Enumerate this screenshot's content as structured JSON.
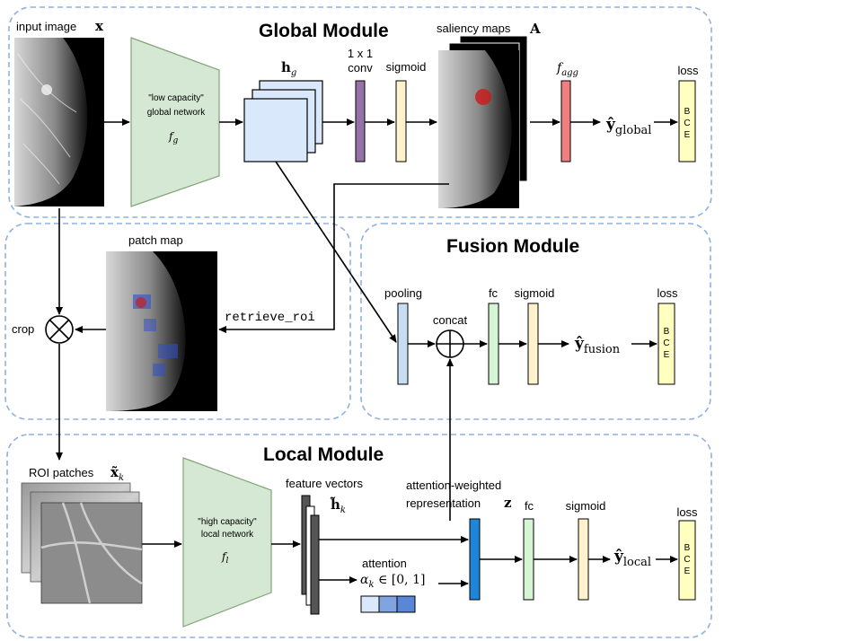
{
  "modules": {
    "global": "Global Module",
    "fusion": "Fusion Module",
    "local": "Local Module"
  },
  "global": {
    "input_label": "input image",
    "input_symbol": "x",
    "network_line1": "\"low capacity\"",
    "network_line2": "global network",
    "network_fn": "f",
    "network_fn_sub": "g",
    "feature_symbol": "h",
    "feature_sub": "g",
    "conv_line1": "1 x 1",
    "conv_line2": "conv",
    "sigmoid": "sigmoid",
    "saliency_label": "saliency maps",
    "saliency_symbol": "A",
    "agg_fn": "f",
    "agg_sub": "agg",
    "output_symbol": "ŷ",
    "output_sub": "global",
    "loss": "loss",
    "bce": [
      "B",
      "C",
      "E"
    ]
  },
  "middle": {
    "patch_map_label": "patch map",
    "retrieve_label": "retrieve_roi",
    "crop_label": "crop"
  },
  "fusion": {
    "pooling": "pooling",
    "concat": "concat",
    "fc": "fc",
    "sigmoid": "sigmoid",
    "output_symbol": "ŷ",
    "output_sub": "fusion",
    "loss": "loss",
    "bce": [
      "B",
      "C",
      "E"
    ]
  },
  "local": {
    "roi_label": "ROI patches",
    "roi_symbol": "x̃",
    "roi_sub": "k",
    "network_line1": "\"high capacity\"",
    "network_line2": "local network",
    "network_fn": "f",
    "network_fn_sub": "l",
    "feature_label": "feature vectors",
    "feature_symbol": "h̃",
    "feature_sub": "k",
    "attention_label": "attention",
    "attention_formula": "α",
    "attention_sub": "k",
    "attention_range": " ∈ [0, 1]",
    "weighted_line1": "attention-weighted",
    "weighted_line2": "representation",
    "z_symbol": "z",
    "fc": "fc",
    "sigmoid": "sigmoid",
    "output_symbol": "ŷ",
    "output_sub": "local",
    "loss": "loss",
    "bce": [
      "B",
      "C",
      "E"
    ]
  },
  "colors": {
    "network_fill": "#d5e8d4",
    "network_stroke": "#82a378",
    "feature_fill": "#dae8fc",
    "conv_fill": "#9673a6",
    "sigmoid_fill": "#fff2cc",
    "agg_fill": "#f08080",
    "loss_fill": "#ffffc0",
    "pooling_fill": "#c9ddf2",
    "fc_fill": "#d5f5d5",
    "z_fill": "#1f85d6",
    "attention_fill": "#7fa4e0",
    "dashed_border": "#8fb1e0"
  }
}
